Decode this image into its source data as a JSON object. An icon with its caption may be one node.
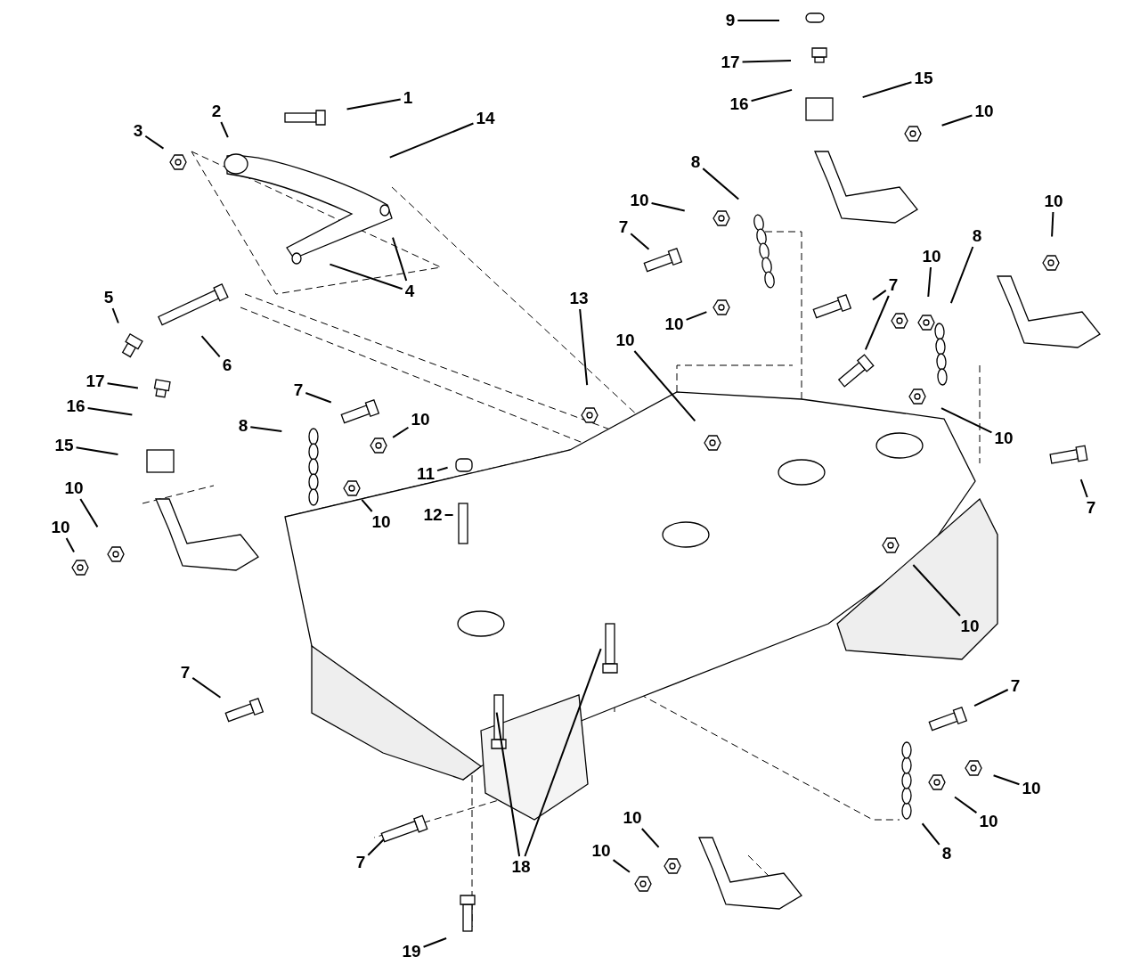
{
  "diagram": {
    "nodes": [
      {
        "text": [
          "1"
        ]
      },
      {
        "text": [
          "2"
        ]
      },
      {
        "text": [
          "3"
        ]
      },
      {
        "text": [
          "4"
        ]
      },
      {
        "text": [
          "5"
        ]
      },
      {
        "text": [
          "6"
        ]
      },
      {
        "text": [
          "17"
        ]
      },
      {
        "text": [
          "16"
        ]
      },
      {
        "text": [
          "15"
        ]
      },
      {
        "text": [
          "10"
        ]
      },
      {
        "text": [
          "10"
        ]
      },
      {
        "text": [
          "7"
        ]
      },
      {
        "text": [
          "8"
        ]
      },
      {
        "text": [
          "10"
        ]
      },
      {
        "text": [
          "11"
        ]
      },
      {
        "text": [
          "10"
        ]
      },
      {
        "text": [
          "12"
        ]
      },
      {
        "text": [
          "13"
        ]
      },
      {
        "text": [
          "14"
        ]
      },
      {
        "text": [
          "9"
        ]
      },
      {
        "text": [
          "17"
        ]
      },
      {
        "text": [
          "16"
        ]
      },
      {
        "text": [
          "15"
        ]
      },
      {
        "text": [
          "10"
        ]
      },
      {
        "text": [
          "8"
        ]
      },
      {
        "text": [
          "10"
        ]
      },
      {
        "text": [
          "7"
        ]
      },
      {
        "text": [
          "10"
        ]
      },
      {
        "text": [
          "10"
        ]
      },
      {
        "text": [
          "8"
        ]
      },
      {
        "text": [
          "10"
        ]
      },
      {
        "text": [
          "7"
        ]
      },
      {
        "text": [
          "10"
        ]
      },
      {
        "text": [
          "10"
        ]
      },
      {
        "text": [
          "7"
        ]
      },
      {
        "text": [
          "10"
        ]
      },
      {
        "text": [
          "7"
        ]
      },
      {
        "text": [
          "7"
        ]
      },
      {
        "text": [
          "10"
        ]
      },
      {
        "text": [
          "10"
        ]
      },
      {
        "text": [
          "8"
        ]
      },
      {
        "text": [
          "10"
        ]
      },
      {
        "text": [
          "10"
        ]
      },
      {
        "text": [
          "7"
        ]
      },
      {
        "text": [
          "18"
        ]
      },
      {
        "text": [
          "19"
        ]
      }
    ],
    "edges": [
      {
        "from": 0,
        "to": null,
        "arrow": "none"
      },
      {
        "from": 1,
        "to": null,
        "arrow": "none"
      },
      {
        "from": 2,
        "to": null,
        "arrow": "none"
      },
      {
        "from": 3,
        "to": null,
        "arrow": "none"
      },
      {
        "from": 3,
        "to": null,
        "arrow": "none"
      },
      {
        "from": 4,
        "to": null,
        "arrow": "none"
      },
      {
        "from": 5,
        "to": null,
        "arrow": "none"
      },
      {
        "from": 6,
        "to": null,
        "arrow": "none"
      },
      {
        "from": 7,
        "to": null,
        "arrow": "none"
      },
      {
        "from": 8,
        "to": null,
        "arrow": "none"
      },
      {
        "from": 9,
        "to": null,
        "arrow": "none"
      },
      {
        "from": 10,
        "to": null,
        "arrow": "none"
      },
      {
        "from": 11,
        "to": null,
        "arrow": "none"
      },
      {
        "from": 12,
        "to": null,
        "arrow": "none"
      },
      {
        "from": 13,
        "to": null,
        "arrow": "none"
      },
      {
        "from": 14,
        "to": null,
        "arrow": "none"
      },
      {
        "from": 15,
        "to": null,
        "arrow": "none"
      },
      {
        "from": 16,
        "to": null,
        "arrow": "none"
      },
      {
        "from": 17,
        "to": null,
        "arrow": "none"
      },
      {
        "from": 18,
        "to": null,
        "arrow": "none"
      },
      {
        "from": 19,
        "to": null,
        "arrow": "none"
      },
      {
        "from": 20,
        "to": null,
        "arrow": "none"
      },
      {
        "from": 21,
        "to": null,
        "arrow": "none"
      },
      {
        "from": 22,
        "to": null,
        "arrow": "none"
      },
      {
        "from": 23,
        "to": null,
        "arrow": "none"
      },
      {
        "from": 24,
        "to": null,
        "arrow": "none"
      },
      {
        "from": 25,
        "to": null,
        "arrow": "none"
      },
      {
        "from": 26,
        "to": null,
        "arrow": "none"
      },
      {
        "from": 27,
        "to": null,
        "arrow": "none"
      },
      {
        "from": 28,
        "to": null,
        "arrow": "none"
      },
      {
        "from": 29,
        "to": null,
        "arrow": "none"
      },
      {
        "from": 30,
        "to": null,
        "arrow": "none"
      },
      {
        "from": 31,
        "to": null,
        "arrow": "none"
      },
      {
        "from": 31,
        "to": null,
        "arrow": "none"
      },
      {
        "from": 32,
        "to": null,
        "arrow": "none"
      },
      {
        "from": 33,
        "to": null,
        "arrow": "none"
      },
      {
        "from": 34,
        "to": null,
        "arrow": "none"
      },
      {
        "from": 35,
        "to": null,
        "arrow": "none"
      },
      {
        "from": 36,
        "to": null,
        "arrow": "none"
      },
      {
        "from": 37,
        "to": null,
        "arrow": "none"
      },
      {
        "from": 38,
        "to": null,
        "arrow": "none"
      },
      {
        "from": 39,
        "to": null,
        "arrow": "none"
      },
      {
        "from": 40,
        "to": null,
        "arrow": "none"
      },
      {
        "from": 41,
        "to": null,
        "arrow": "none"
      },
      {
        "from": 42,
        "to": null,
        "arrow": "none"
      },
      {
        "from": 43,
        "to": null,
        "arrow": "none"
      },
      {
        "from": 44,
        "to": null,
        "arrow": "none"
      },
      {
        "from": 44,
        "to": null,
        "arrow": "none"
      },
      {
        "from": 45,
        "to": null,
        "arrow": "none"
      }
    ]
  }
}
